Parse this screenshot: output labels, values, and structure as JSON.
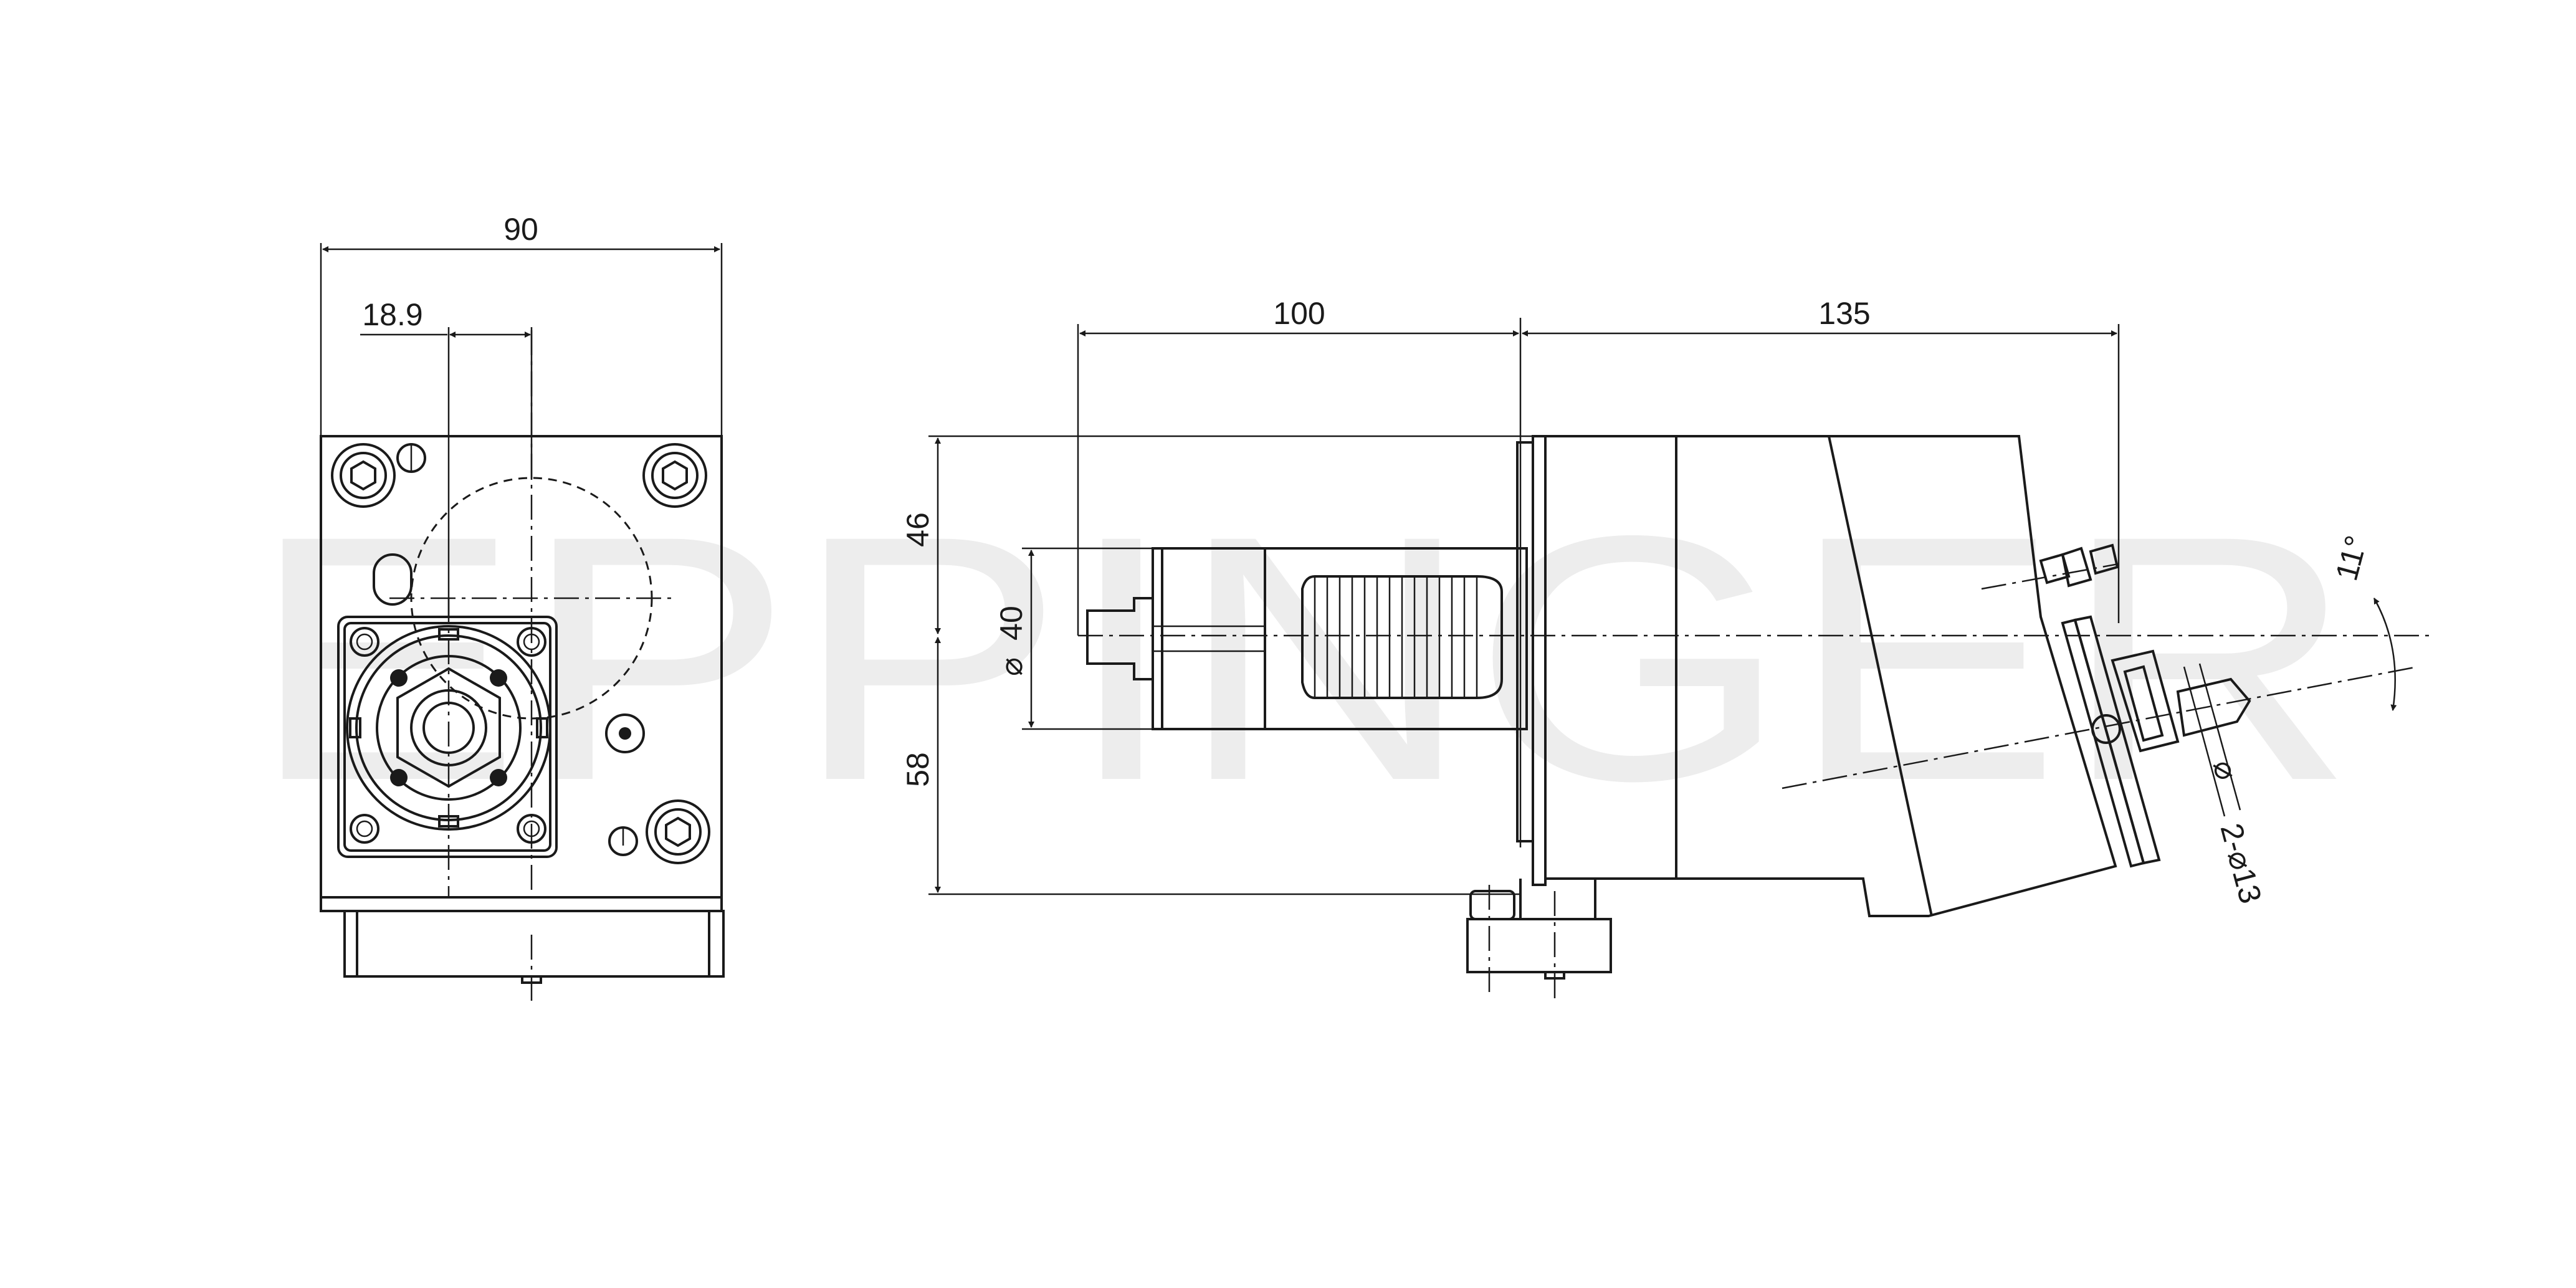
{
  "watermark": "EPPINGER",
  "dimensions": {
    "width_total": "90",
    "offset": "18.9",
    "shank_length": "100",
    "body_length": "135",
    "height_upper": "46",
    "height_lower": "58",
    "shank_diameter_symbol": "⌀",
    "shank_diameter": "40",
    "collet_range_symbol": "⌀",
    "collet_range": "2-⌀13",
    "angle": "11°"
  },
  "colors": {
    "line": "#1a1a1a",
    "watermark": "#ededed",
    "background": "#ffffff"
  }
}
